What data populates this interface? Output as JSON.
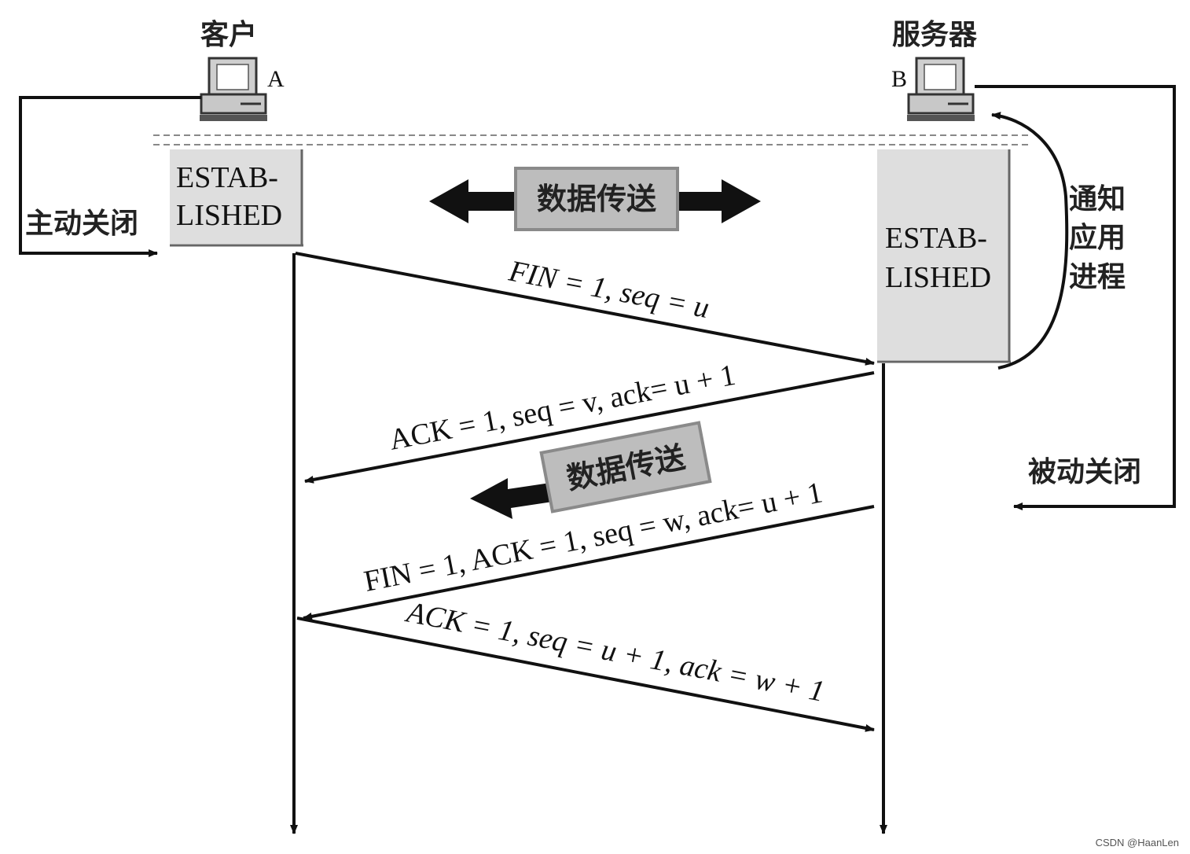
{
  "client": {
    "title": "客户",
    "label": "A",
    "state": "ESTAB-\nLISHED"
  },
  "server": {
    "title": "服务器",
    "label": "B",
    "state": "ESTAB-\nLISHED"
  },
  "client_side_note": "主动关闭",
  "server_side_note_upper": [
    "通知",
    "应用",
    "进程"
  ],
  "server_side_note_lower": "被动关闭",
  "data_transfer_both": "数据传送",
  "data_transfer_one_way": "数据传送",
  "messages": [
    {
      "label": "FIN = 1, seq = u",
      "from": "A",
      "to": "B"
    },
    {
      "label": "ACK = 1, seq = v, ack= u + 1",
      "from": "B",
      "to": "A"
    },
    {
      "label": "FIN = 1, ACK = 1, seq = w, ack= u + 1",
      "from": "B",
      "to": "A"
    },
    {
      "label": "ACK = 1, seq = u + 1, ack = w + 1",
      "from": "A",
      "to": "B"
    }
  ],
  "watermark": "CSDN @HaanLen"
}
